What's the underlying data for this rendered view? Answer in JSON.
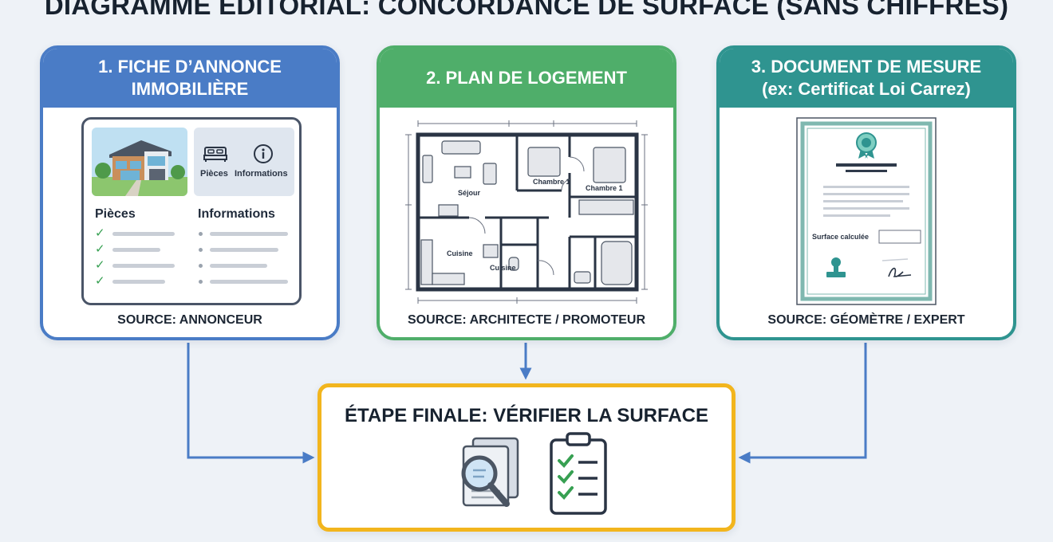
{
  "title": "DIAGRAMME ÉDITORIAL: CONCORDANCE DE SURFACE (SANS CHIFFRES)",
  "cards": [
    {
      "heading_line1": "1. FICHE D’ANNONCE",
      "heading_line2": "IMMOBILIÈRE",
      "source": "SOURCE: ANNONCEUR",
      "info_tile_labels": [
        "Pièces",
        "Informations"
      ],
      "columns": [
        "Pièces",
        "Informations"
      ]
    },
    {
      "heading_line1": "2. PLAN DE LOGEMENT",
      "heading_line2": "",
      "source": "SOURCE: ARCHITECTE / PROMOTEUR",
      "room_labels": [
        "Séjour",
        "Chambre 1",
        "Chambre 1",
        "Cuisine",
        "Cuisine"
      ]
    },
    {
      "heading_line1": "3. DOCUMENT DE MESURE",
      "heading_line2": "(ex: Certificat Loi Carrez)",
      "source": "SOURCE: GÉOMÈTRE / EXPERT",
      "field_label": "Surface calculée"
    }
  ],
  "final": {
    "title": "ÉTAPE FINALE: VÉRIFIER LA SURFACE"
  },
  "colors": {
    "blue": "#4a7cc6",
    "green": "#4fae6a",
    "teal": "#2f9490",
    "yellow": "#f2b51d",
    "connector": "#4a7cc6",
    "check": "#37a052"
  },
  "icons": [
    "house-illustration",
    "bed-icon",
    "info-icon",
    "check-icon",
    "floor-plan",
    "certificate",
    "ribbon-seal-icon",
    "stamp-icon",
    "signature-icon",
    "magnifier-document-icon",
    "clipboard-checklist-icon"
  ]
}
